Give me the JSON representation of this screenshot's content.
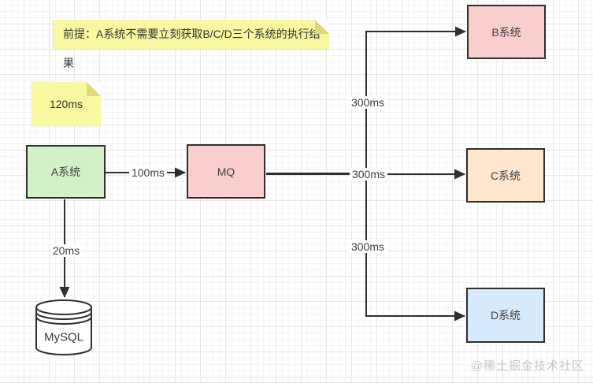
{
  "canvas": {
    "watermark": "@稀土掘金技术社区",
    "background": "#ffffff",
    "grid_minor_color": "#f4f4f4",
    "grid_major_color": "#e7e7e7"
  },
  "notes": {
    "premise": {
      "text": "前提：A系统不需要立刻获取B/C/D三个系统的执行结果",
      "fill": "#faf7a1",
      "fold": "#e0d87c"
    },
    "latency": {
      "text": "120ms",
      "fill": "#faf7a1",
      "fold": "#e0d87c"
    }
  },
  "nodes": {
    "system_a": {
      "label": "A系统",
      "fill": "#d2f2c6",
      "stroke": "#2f2f2f"
    },
    "mq": {
      "label": "MQ",
      "fill": "#f9cfcd",
      "stroke": "#2f2f2f"
    },
    "system_b": {
      "label": "B系统",
      "fill": "#f9cfcd",
      "stroke": "#2f2f2f"
    },
    "system_c": {
      "label": "C系统",
      "fill": "#ffe6cc",
      "stroke": "#2f2f2f"
    },
    "system_d": {
      "label": "D系统",
      "fill": "#d7e9fc",
      "stroke": "#2f2f2f"
    },
    "mysql": {
      "label": "MySQL",
      "fill": "#ffffff",
      "stroke": "#2f2f2f"
    }
  },
  "edges": {
    "a_to_mq": {
      "label": "100ms"
    },
    "a_to_mysql": {
      "label": "20ms"
    },
    "mq_to_b": {
      "label": "300ms"
    },
    "mq_to_c": {
      "label": "300ms"
    },
    "mq_to_d": {
      "label": "300ms"
    }
  }
}
